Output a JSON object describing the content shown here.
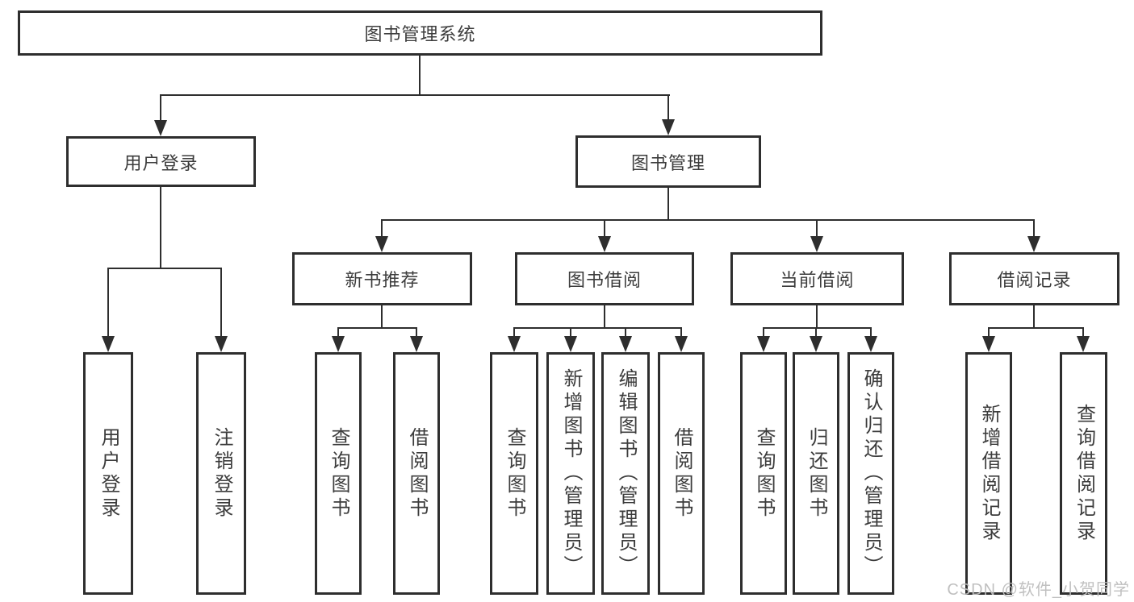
{
  "colors": {
    "line": "#2e2e2e",
    "border": "#2e2e2e",
    "text": "#3c3c3c",
    "watermark": "#bdbdbd",
    "background": "#ffffff"
  },
  "root": {
    "label": "图书管理系统"
  },
  "branches": [
    {
      "label": "用户登录",
      "children": [
        {
          "label": "用户登录"
        },
        {
          "label": "注销登录"
        }
      ]
    },
    {
      "label": "图书管理",
      "children": [
        {
          "label": "新书推荐",
          "children": [
            {
              "label": "查询图书"
            },
            {
              "label": "借阅图书"
            }
          ]
        },
        {
          "label": "图书借阅",
          "children": [
            {
              "label": "查询图书"
            },
            {
              "label": "新增图书（管理员）"
            },
            {
              "label": "编辑图书（管理员）"
            },
            {
              "label": "借阅图书"
            }
          ]
        },
        {
          "label": "当前借阅",
          "children": [
            {
              "label": "查询图书"
            },
            {
              "label": "归还图书"
            },
            {
              "label": "确认归还（管理员）"
            }
          ]
        },
        {
          "label": "借阅记录",
          "children": [
            {
              "label": "新增借阅记录"
            },
            {
              "label": "查询借阅记录"
            }
          ]
        }
      ]
    }
  ],
  "watermark": {
    "text": "CSDN @软件_小贺同学"
  }
}
